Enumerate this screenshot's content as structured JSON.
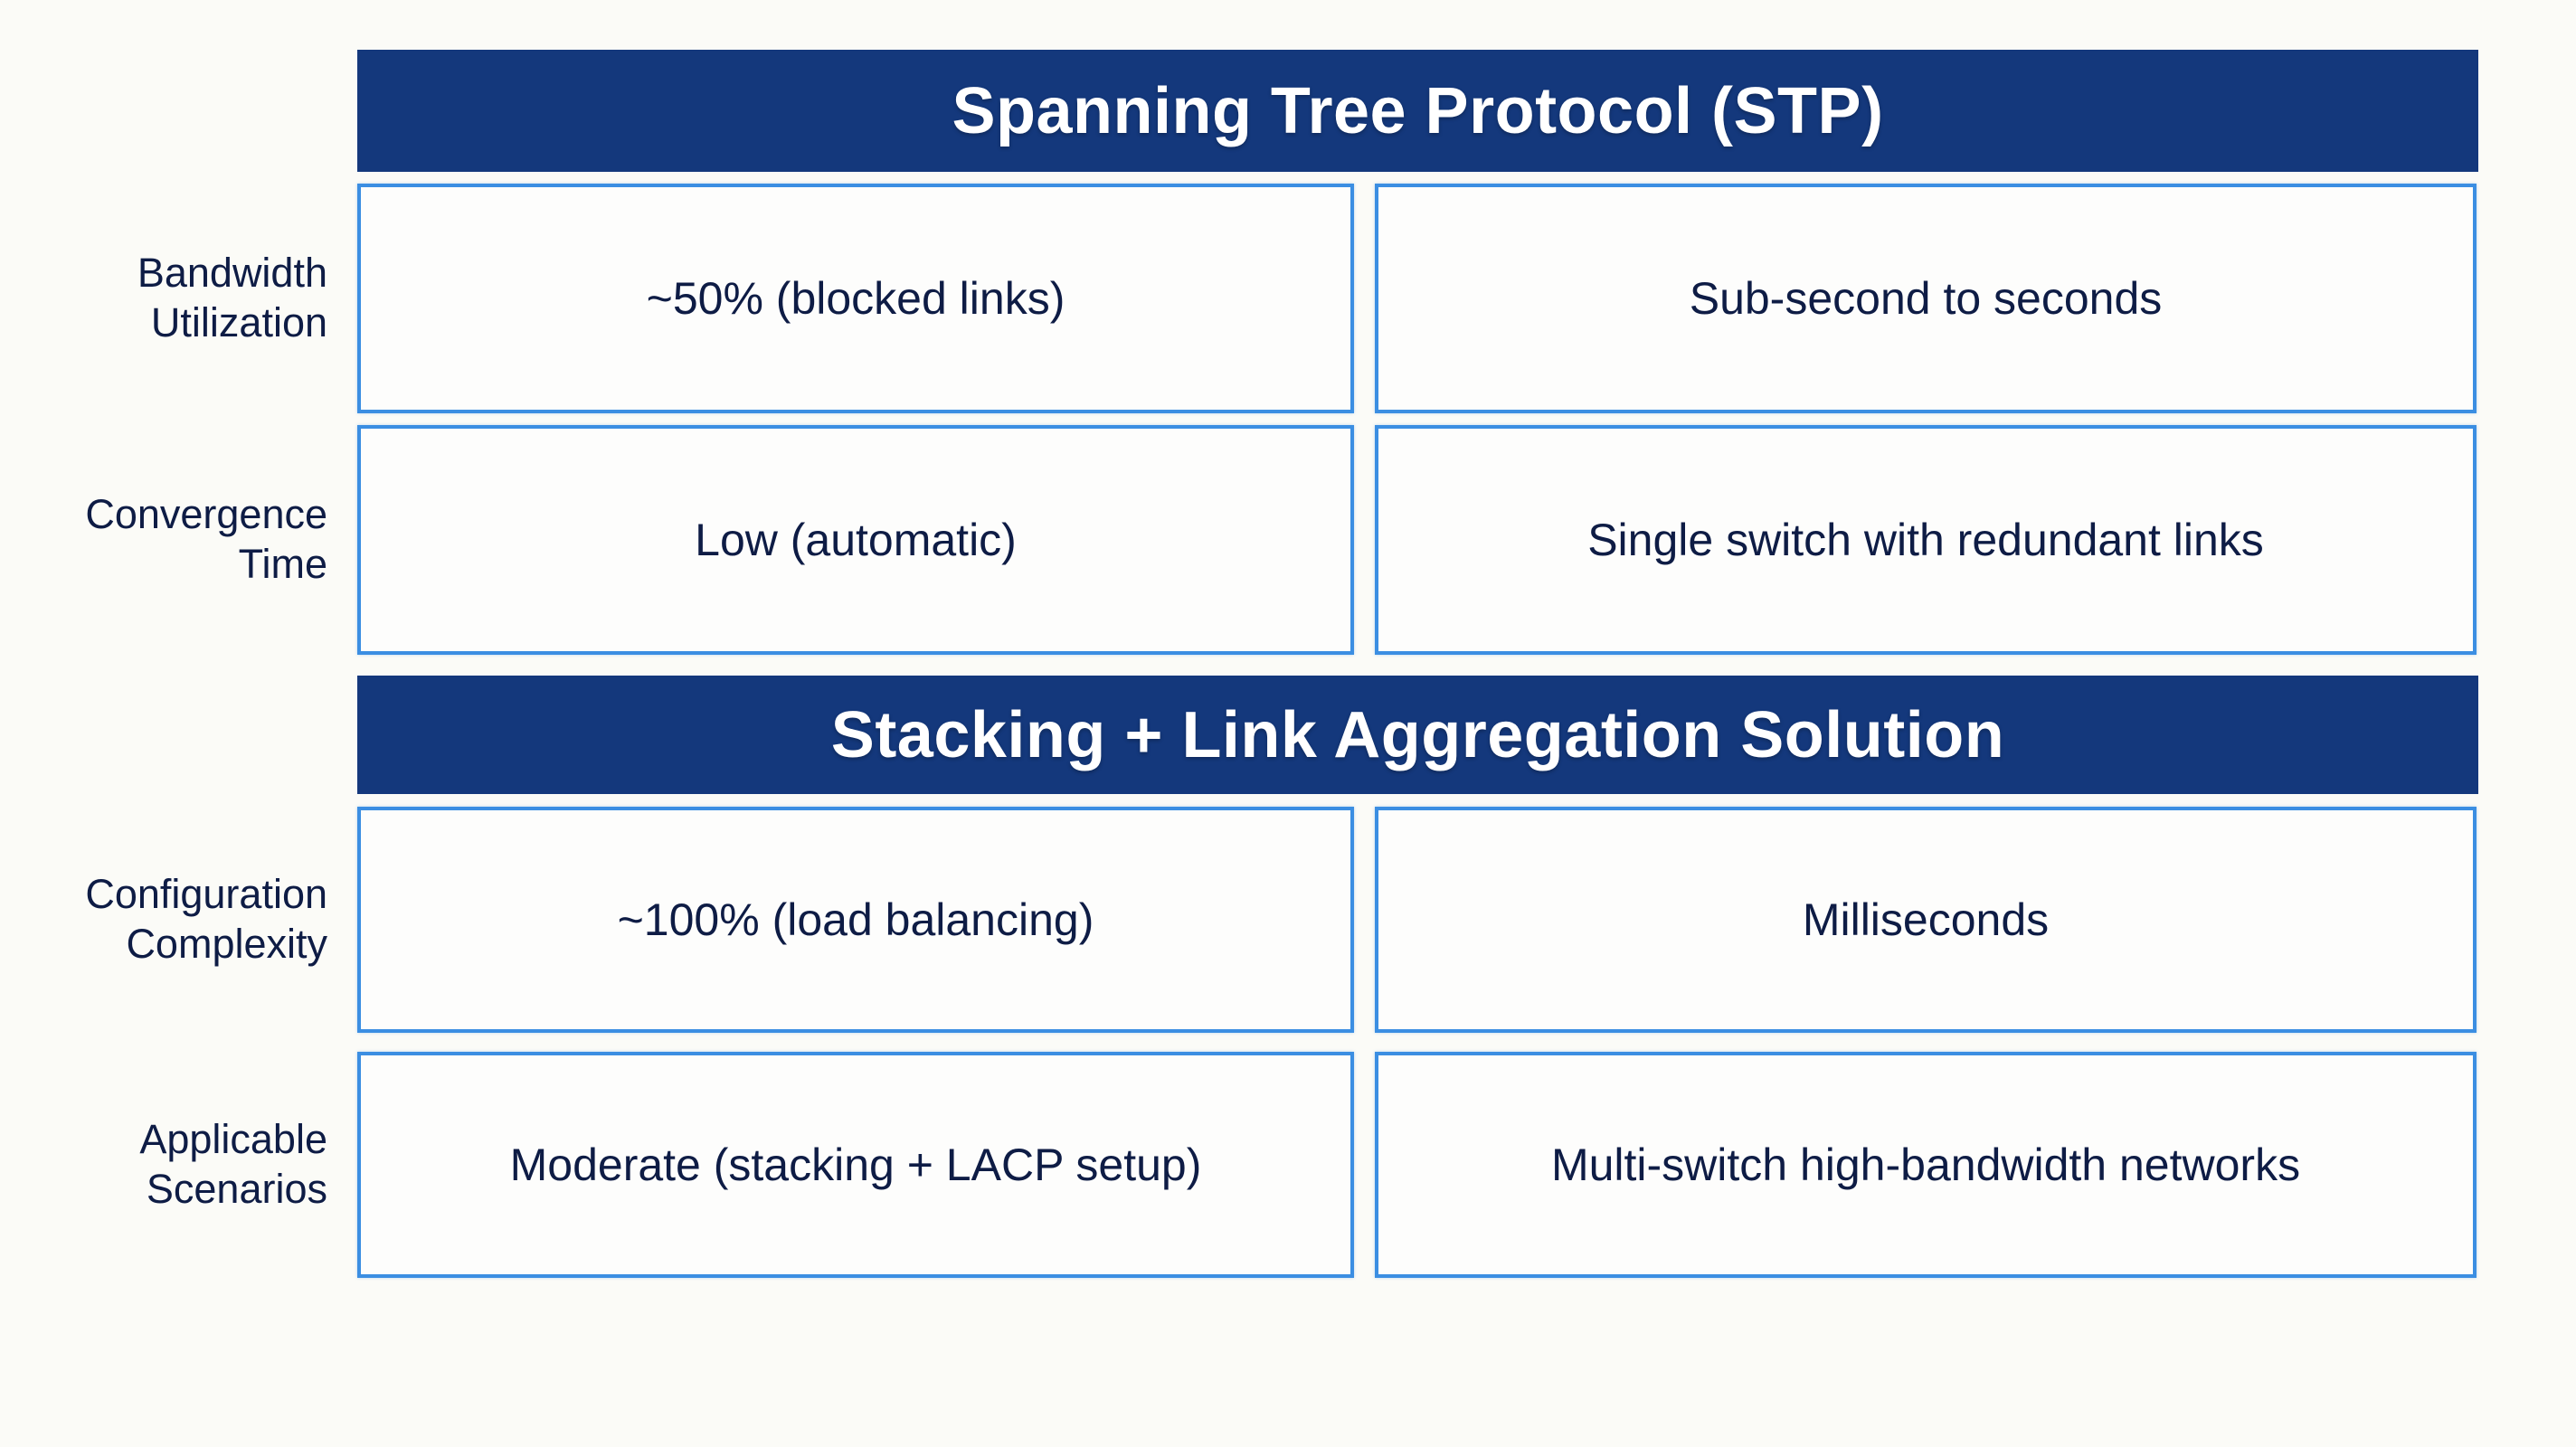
{
  "slide": {
    "background_color": "#fbfbf7",
    "accent_navy": "#14387c",
    "accent_border_blue": "#3b8ee2",
    "text_navy": "#0e1c45"
  },
  "sections": [
    {
      "id": "stp",
      "title": "Spanning Tree Protocol (STP)",
      "rows": [
        {
          "label_line1": "Bandwidth",
          "label_line2": "Utilization",
          "left_value": "~50% (blocked links)",
          "right_value": "Sub-second to seconds"
        },
        {
          "label_line1": "Convergence",
          "label_line2": "Time",
          "left_value": "Low (automatic)",
          "right_value": "Single switch with redundant links"
        }
      ]
    },
    {
      "id": "stacking",
      "title": "Stacking + Link Aggregation Solution",
      "rows": [
        {
          "label_line1": "Configuration",
          "label_line2": "Complexity",
          "left_value": "~100% (load balancing)",
          "right_value": "Milliseconds"
        },
        {
          "label_line1": "Applicable",
          "label_line2": "Scenarios",
          "left_value": "Moderate (stacking + LACP setup)",
          "right_value": "Multi-switch high-bandwidth networks"
        }
      ]
    }
  ]
}
